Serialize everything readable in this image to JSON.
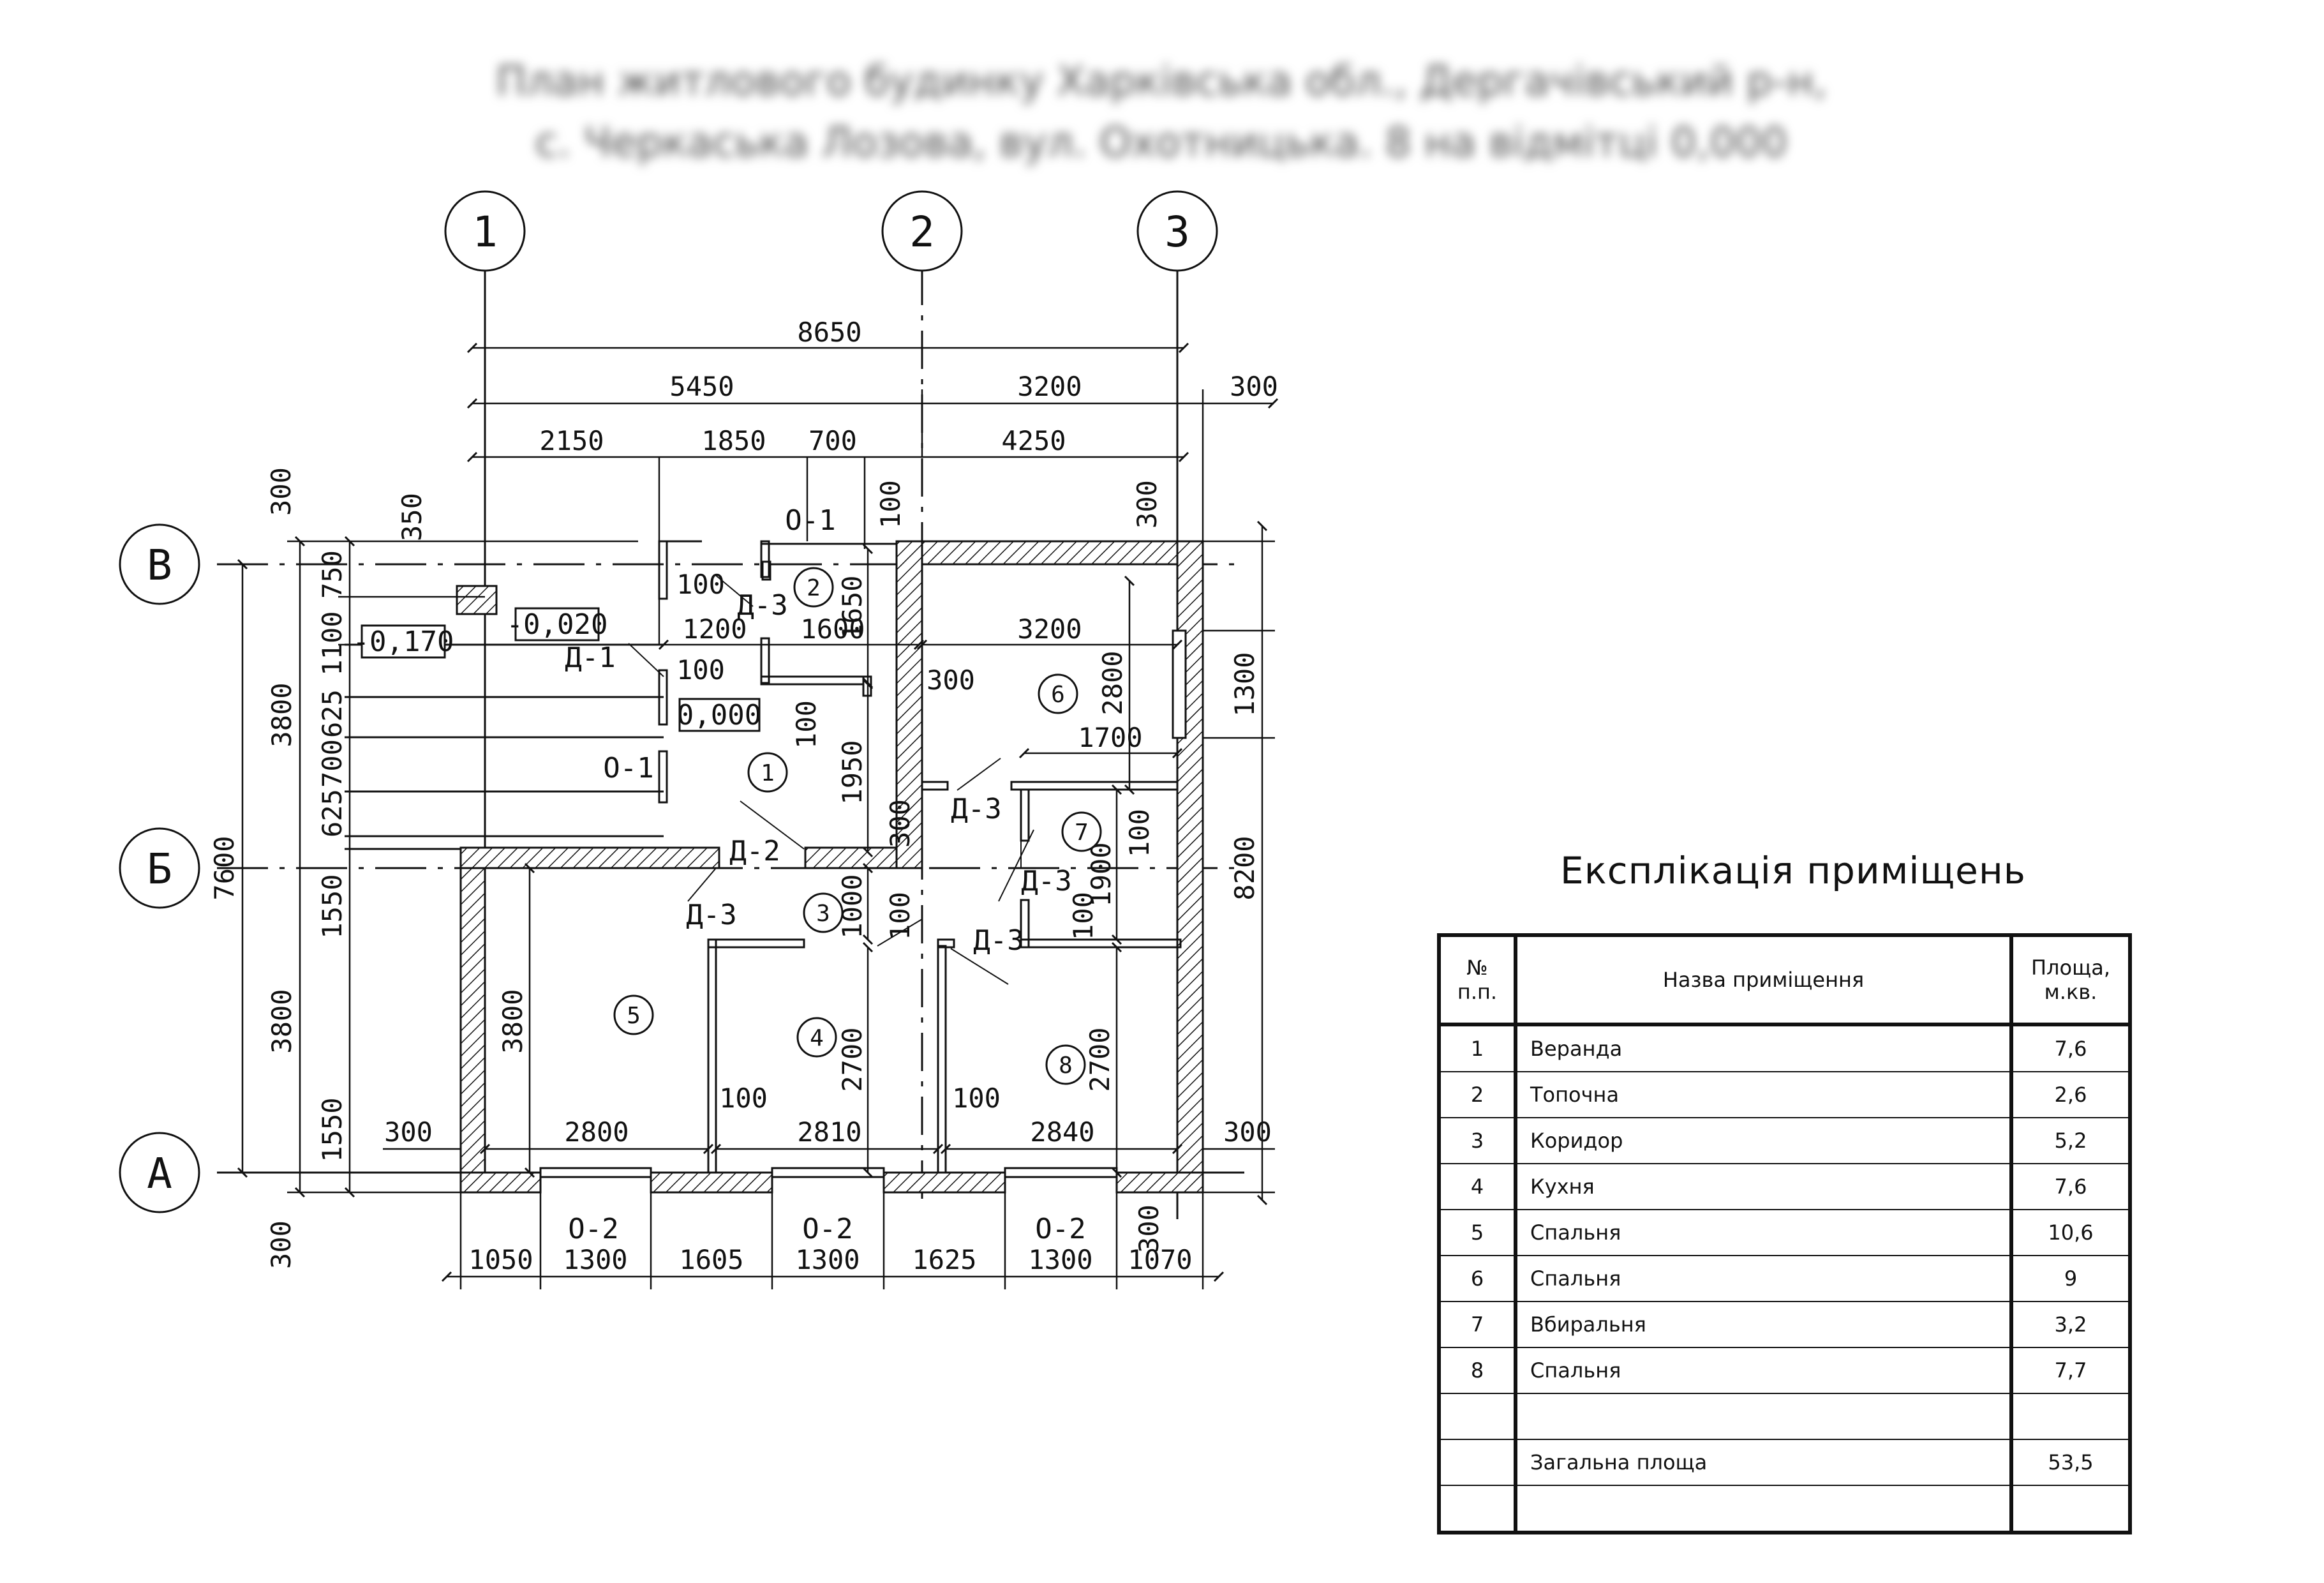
{
  "title": {
    "line1": "План житлового будинку Харківська обл., Дергачівський р-н,",
    "line2": "с. Черкаська Лозова, вул. Охотницька. 8 на відмітці 0,000"
  },
  "axes": {
    "col1": "1",
    "col2": "2",
    "col3": "3",
    "rowV": "В",
    "rowB": "Б",
    "rowA": "А"
  },
  "dims": {
    "top_total": "8650",
    "top_a": "5450",
    "top_b": "3200",
    "top_c": "300",
    "top_d1": "2150",
    "top_d2": "1850",
    "top_d3": "700",
    "top_d4": "4250",
    "d100a": "100",
    "d300a": "300",
    "d350": "350",
    "d300b": "300",
    "l750": "750",
    "l1100": "1100",
    "l625a": "625",
    "l700": "700",
    "l625b": "625",
    "l1550a": "1550",
    "l1550b": "1550",
    "l3800a": "3800",
    "l3800b": "3800",
    "l7600": "7600",
    "l300bot": "300",
    "r1300": "1300",
    "r8200": "8200",
    "i1200": "1200",
    "i1600": "1600",
    "i3200": "3200",
    "i100a": "100",
    "i100b": "100",
    "i1650": "1650",
    "i300": "300",
    "i1950": "1950",
    "i2800a": "2800",
    "i1700": "1700",
    "i300v": "300",
    "i100c": "100",
    "i1900": "1900",
    "i1000": "1000",
    "i100d": "100",
    "i100e": "100",
    "i3800": "3800",
    "i2700a": "2700",
    "i2700b": "2700",
    "b300l": "300",
    "b2800": "2800",
    "b100a": "100",
    "b2810": "2810",
    "b100b": "100",
    "b2840": "2840",
    "b300r": "300",
    "b300v": "300",
    "s1050": "1050",
    "s1300a": "1300",
    "s1605": "1605",
    "s1300b": "1300",
    "s1625": "1625",
    "s1300c": "1300",
    "s1070": "1070"
  },
  "levels": {
    "a": "-0,170",
    "b": "-0,020",
    "c": "0,000"
  },
  "marks": {
    "o1a": "О-1",
    "o1b": "О-1",
    "d1": "Д-1",
    "d3a": "Д-3",
    "d2": "Д-2",
    "d3b": "Д-3",
    "d3c": "Д-3",
    "d3d": "Д-3",
    "d3e": "Д-3",
    "o2a": "О-2",
    "o2b": "О-2",
    "o2c": "О-2"
  },
  "rooms": [
    "1",
    "2",
    "3",
    "4",
    "5",
    "6",
    "7",
    "8"
  ],
  "explication": {
    "heading": "Експлікація приміщень",
    "col_no": "№ п.п.",
    "col_name": "Назва приміщення",
    "col_area": "Площа, м.кв.",
    "rows": [
      {
        "no": "1",
        "name": "Веранда",
        "area": "7,6"
      },
      {
        "no": "2",
        "name": "Топочна",
        "area": "2,6"
      },
      {
        "no": "3",
        "name": "Коридор",
        "area": "5,2"
      },
      {
        "no": "4",
        "name": "Кухня",
        "area": "7,6"
      },
      {
        "no": "5",
        "name": "Спальня",
        "area": "10,6"
      },
      {
        "no": "6",
        "name": "Спальня",
        "area": "9"
      },
      {
        "no": "7",
        "name": "Вбиральня",
        "area": "3,2"
      },
      {
        "no": "8",
        "name": "Спальня",
        "area": "7,7"
      }
    ],
    "total_label": "Загальна площа",
    "total_area": "53,5"
  },
  "colors": {
    "line": "#111111",
    "hatch": "#111111",
    "blurred_title": "#555555"
  }
}
